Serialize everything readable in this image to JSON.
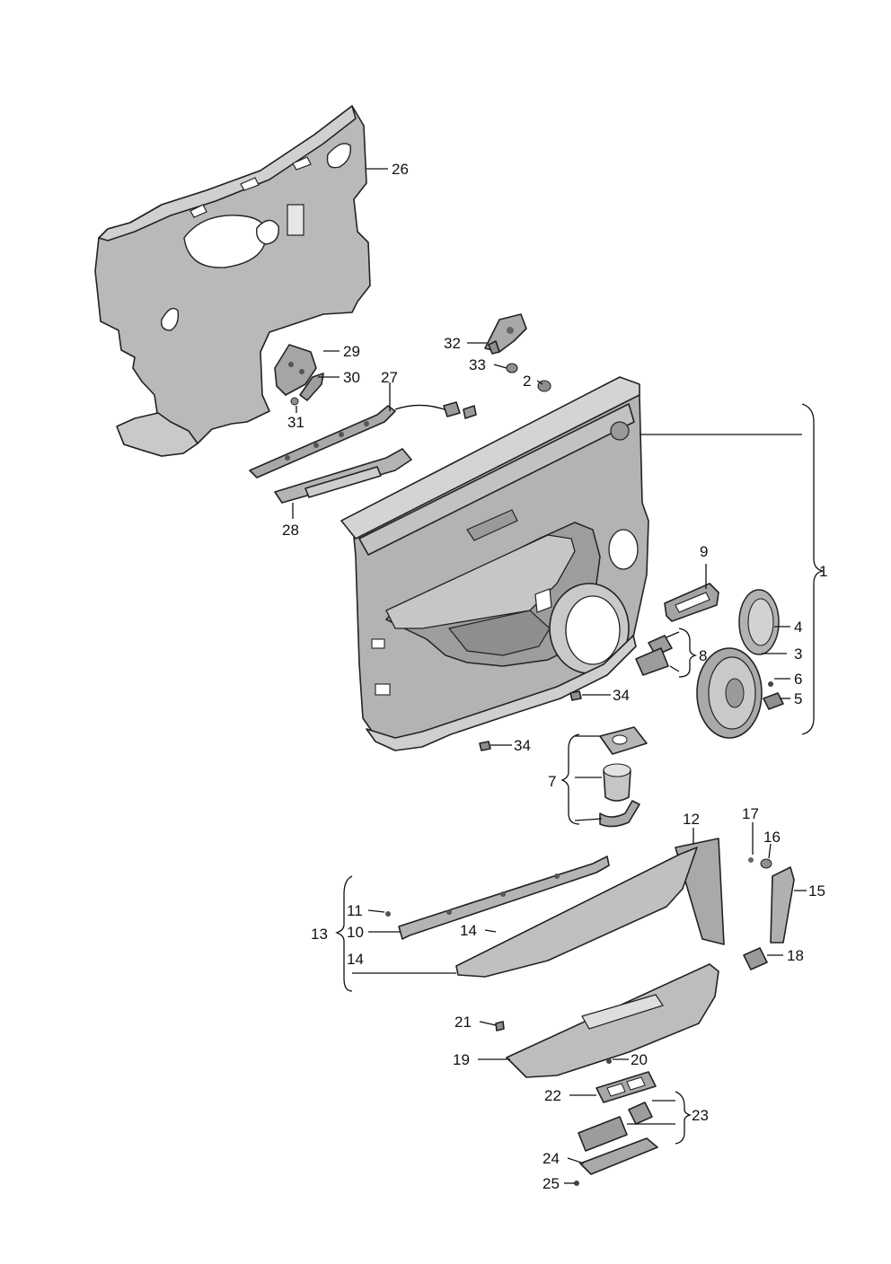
{
  "diagram": {
    "kind": "exploded-parts-diagram",
    "subject_icon": "car-door-trim-panel-icon",
    "callouts": [
      {
        "id": "c1",
        "label": "1"
      },
      {
        "id": "c2",
        "label": "2"
      },
      {
        "id": "c3",
        "label": "3"
      },
      {
        "id": "c4",
        "label": "4"
      },
      {
        "id": "c5",
        "label": "5"
      },
      {
        "id": "c6",
        "label": "6"
      },
      {
        "id": "c7",
        "label": "7"
      },
      {
        "id": "c8",
        "label": "8"
      },
      {
        "id": "c9",
        "label": "9"
      },
      {
        "id": "c10",
        "label": "10"
      },
      {
        "id": "c11",
        "label": "11"
      },
      {
        "id": "c12",
        "label": "12"
      },
      {
        "id": "c13",
        "label": "13"
      },
      {
        "id": "c14a",
        "label": "14"
      },
      {
        "id": "c14b",
        "label": "14"
      },
      {
        "id": "c15",
        "label": "15"
      },
      {
        "id": "c16",
        "label": "16"
      },
      {
        "id": "c17",
        "label": "17"
      },
      {
        "id": "c18",
        "label": "18"
      },
      {
        "id": "c19",
        "label": "19"
      },
      {
        "id": "c20",
        "label": "20"
      },
      {
        "id": "c21",
        "label": "21"
      },
      {
        "id": "c22",
        "label": "22"
      },
      {
        "id": "c23",
        "label": "23"
      },
      {
        "id": "c24",
        "label": "24"
      },
      {
        "id": "c25",
        "label": "25"
      },
      {
        "id": "c26",
        "label": "26"
      },
      {
        "id": "c27",
        "label": "27"
      },
      {
        "id": "c28",
        "label": "28"
      },
      {
        "id": "c29",
        "label": "29"
      },
      {
        "id": "c30",
        "label": "30"
      },
      {
        "id": "c31",
        "label": "31"
      },
      {
        "id": "c32",
        "label": "32"
      },
      {
        "id": "c33",
        "label": "33"
      },
      {
        "id": "c34a",
        "label": "34"
      },
      {
        "id": "c34b",
        "label": "34"
      }
    ],
    "colors": {
      "part_fill": "#b9b9bb",
      "part_fill_light": "#d6d6d8",
      "part_fill_dark": "#8f8f92",
      "line": "#111111",
      "background": "#ffffff"
    }
  }
}
